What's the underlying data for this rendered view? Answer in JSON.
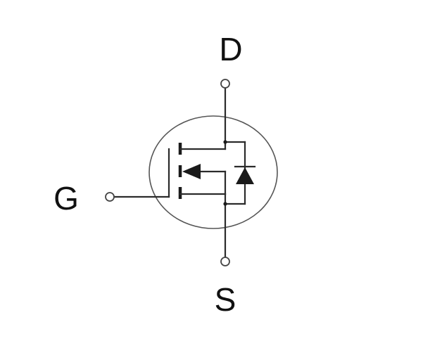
{
  "terminals": {
    "drain": "D",
    "gate": "G",
    "source": "S"
  },
  "colors": {
    "line": "#2b2b2b",
    "text": "#111111",
    "background": "#ffffff"
  }
}
